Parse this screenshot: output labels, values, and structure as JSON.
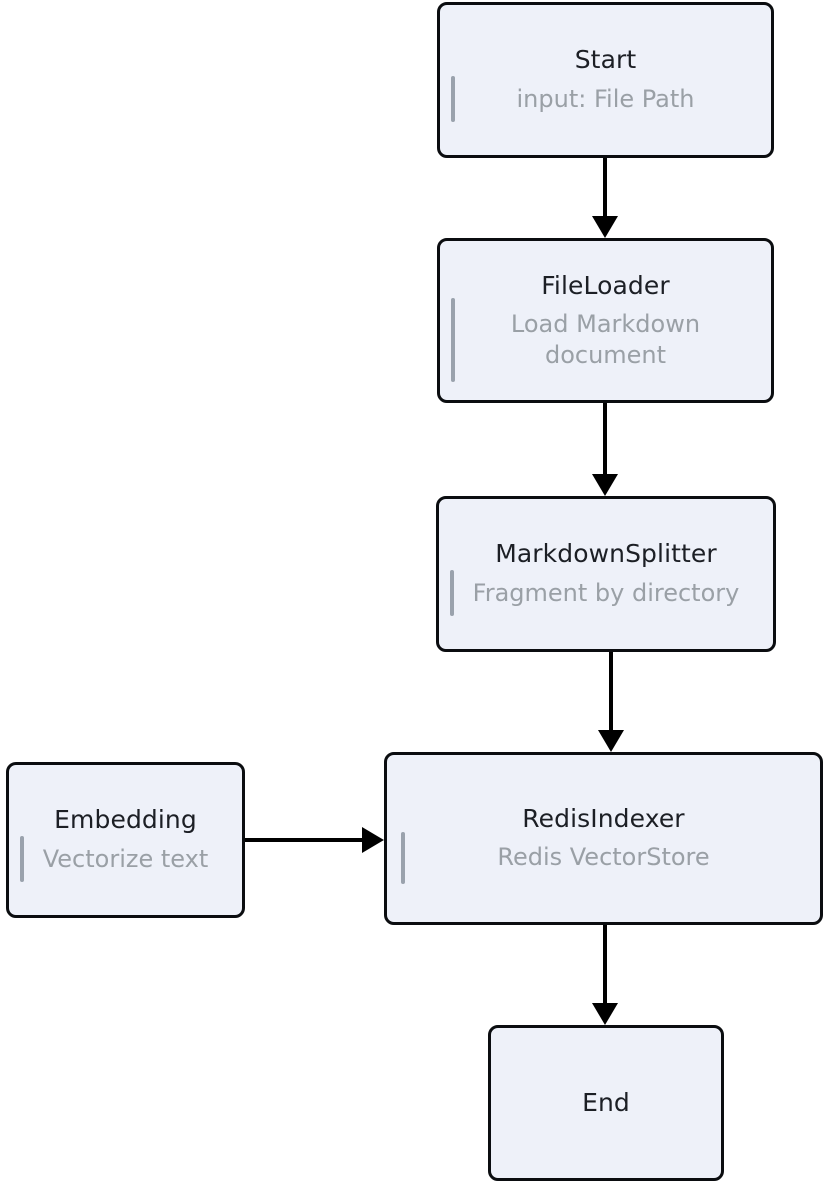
{
  "diagram": {
    "type": "flowchart",
    "orientation": "top-to-bottom",
    "background_color": "#ffffff",
    "node_fill_color": "#eef1f9",
    "node_border_color": "#0b0d10",
    "title_text_color": "#1c1f25",
    "subtitle_text_color": "#9aa0a6",
    "accent_bar_color": "#9aa2ad",
    "arrow_color": "#000000",
    "nodes": [
      {
        "id": "start",
        "title": "Start",
        "subtitle": "input: File Path"
      },
      {
        "id": "fileloader",
        "title": "FileLoader",
        "subtitle": "Load Markdown document"
      },
      {
        "id": "splitter",
        "title": "MarkdownSplitter",
        "subtitle": "Fragment by directory"
      },
      {
        "id": "redis",
        "title": "RedisIndexer",
        "subtitle": "Redis VectorStore"
      },
      {
        "id": "embedding",
        "title": "Embedding",
        "subtitle": "Vectorize text"
      },
      {
        "id": "end",
        "title": "End",
        "subtitle": ""
      }
    ],
    "edges": [
      {
        "from": "start",
        "to": "fileloader",
        "direction": "down",
        "label": ""
      },
      {
        "from": "fileloader",
        "to": "splitter",
        "direction": "down",
        "label": ""
      },
      {
        "from": "splitter",
        "to": "redis",
        "direction": "down",
        "label": ""
      },
      {
        "from": "embedding",
        "to": "redis",
        "direction": "right",
        "label": ""
      },
      {
        "from": "redis",
        "to": "end",
        "direction": "down",
        "label": ""
      }
    ]
  }
}
